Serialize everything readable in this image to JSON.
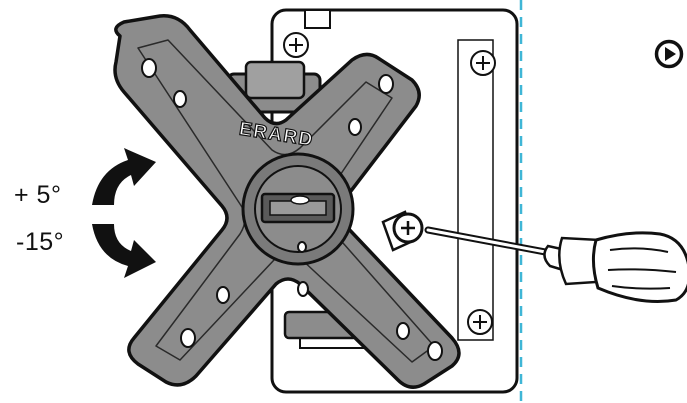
{
  "brand": "ERARD",
  "tilt": {
    "up": "+ 5°",
    "down": "-15°"
  },
  "icons": [
    "play-step-icon",
    "rotate-up-arrow-icon",
    "rotate-down-arrow-icon",
    "screwdriver-icon",
    "screw-icon"
  ],
  "colors": {
    "bracket": "#8c8c8c",
    "bracket_dark": "#5a5a5a",
    "outline": "#111111",
    "guide_line": "#3fb6d6",
    "wall_plate": "#ffffff"
  }
}
